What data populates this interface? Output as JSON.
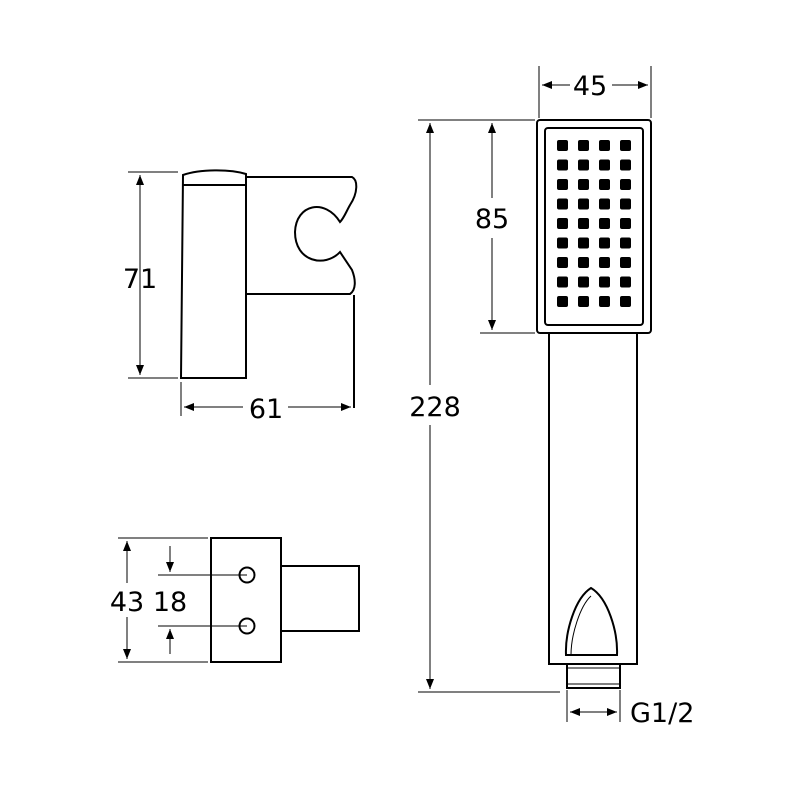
{
  "dimensions": {
    "bracket_height": "71",
    "bracket_width": "61",
    "base_height": "43",
    "hole_spacing": "18",
    "head_width": "45",
    "head_height": "85",
    "total_length": "228",
    "thread": "G1/2"
  },
  "colors": {
    "line": "#000000",
    "background": "#ffffff"
  }
}
